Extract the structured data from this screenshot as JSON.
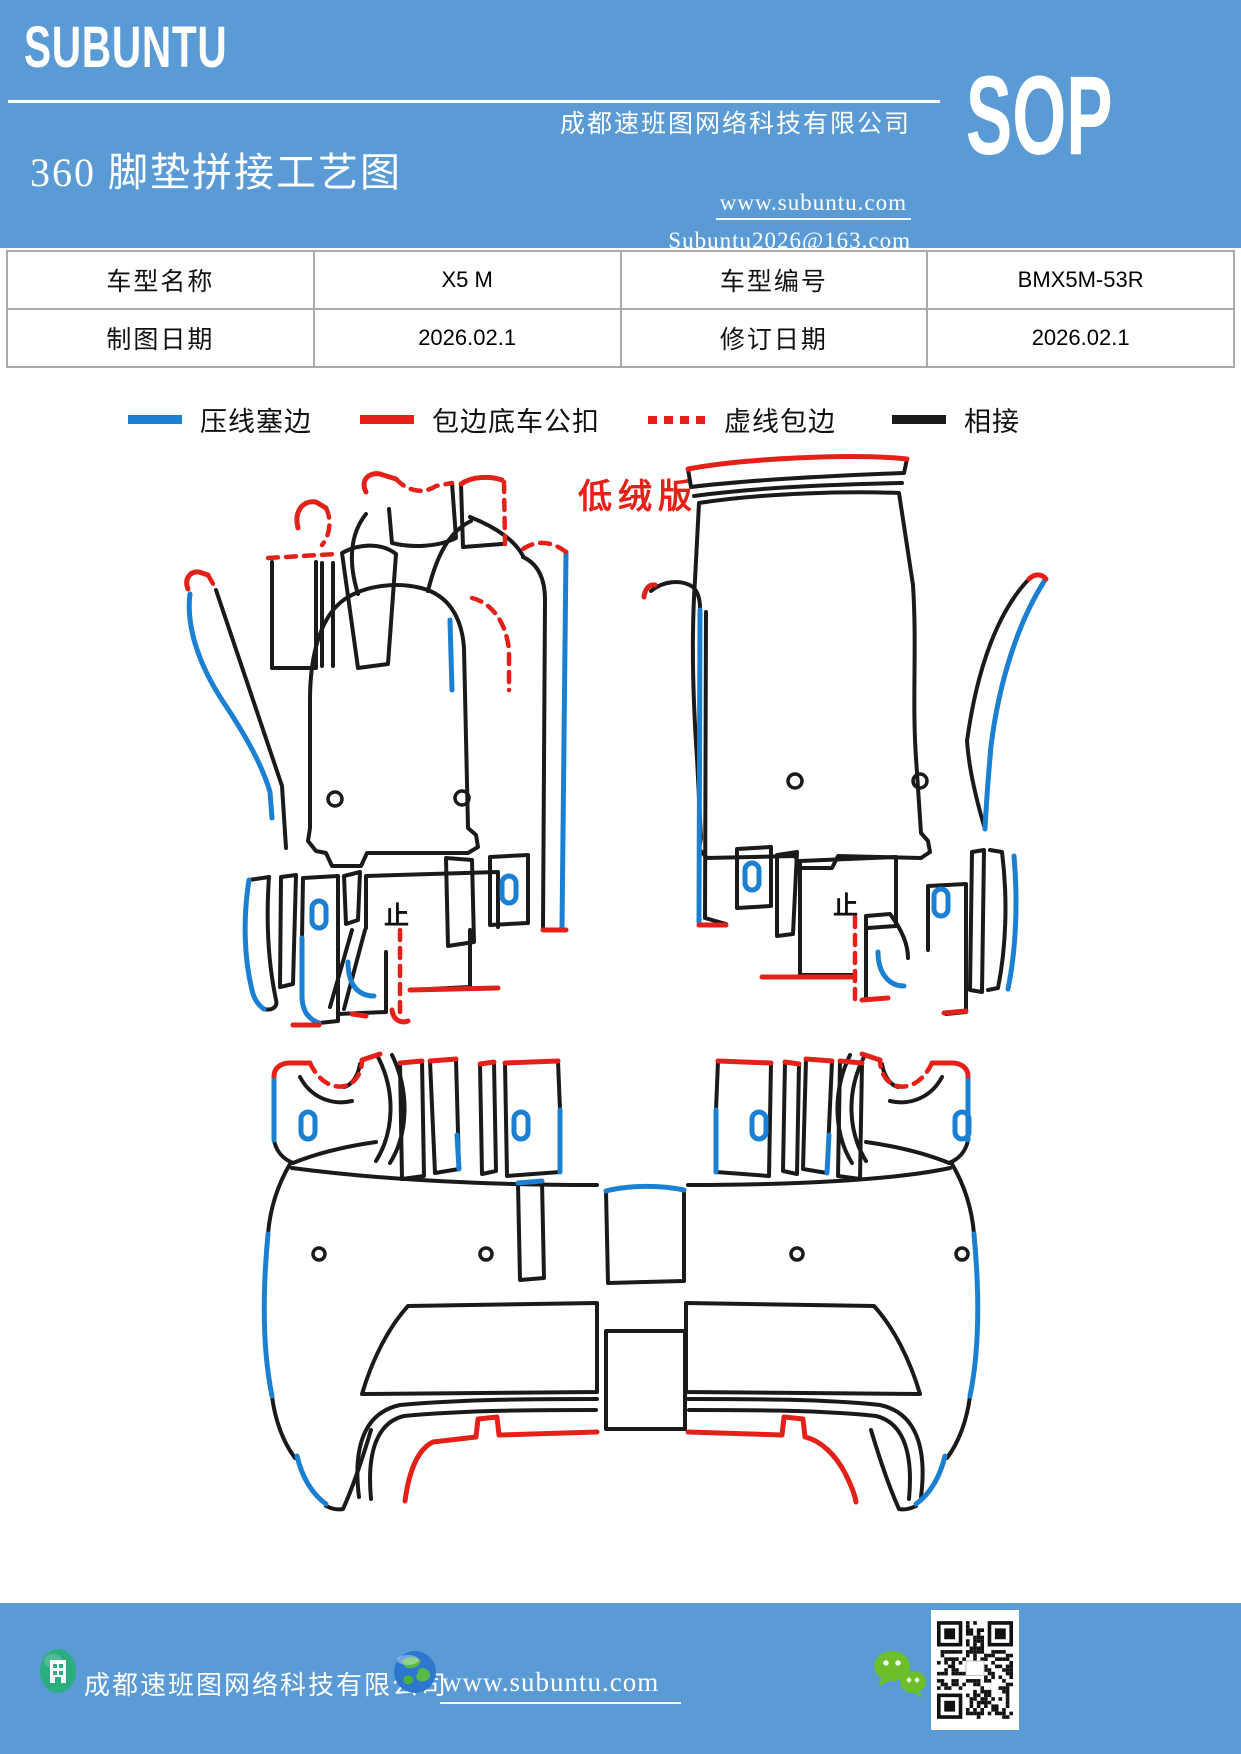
{
  "colors": {
    "brand": "#5B9BD5",
    "line_blue": "#1B80D2",
    "line_red": "#E32119",
    "line_black": "#1A1A1A",
    "table_border": "#AAAAAA",
    "wechat_green": "#6CBE2B",
    "globe_blue": "#2E77CE",
    "globe_green": "#58B947",
    "building_green": "#2AAE7E"
  },
  "header": {
    "logo": "SUBUNTU",
    "title": "360 脚垫拼接工艺图",
    "company": "成都速班图网络科技有限公司",
    "website": "www.subuntu.com",
    "email": "Subuntu2026@163.com",
    "sop": "SOP"
  },
  "info_table": {
    "rows": [
      {
        "label1": "车型名称",
        "value1": "X5 M",
        "label2": "车型编号",
        "value2": "BMX5M-53R"
      },
      {
        "label1": "制图日期",
        "value1": "2026.02.1",
        "label2": "修订日期",
        "value2": "2026.02.1"
      }
    ]
  },
  "legend": {
    "items": [
      {
        "label": "压线塞边",
        "style": "solid-blue"
      },
      {
        "label": "包边底车公扣",
        "style": "solid-red"
      },
      {
        "label": "虚线包边",
        "style": "dashed-red"
      },
      {
        "label": "相接",
        "style": "solid-black"
      }
    ]
  },
  "diagram": {
    "variant_label": "低绒版",
    "stop_marker": "止"
  },
  "footer": {
    "company": "成都速班图网络科技有限公司",
    "website": "www.subuntu.com"
  }
}
